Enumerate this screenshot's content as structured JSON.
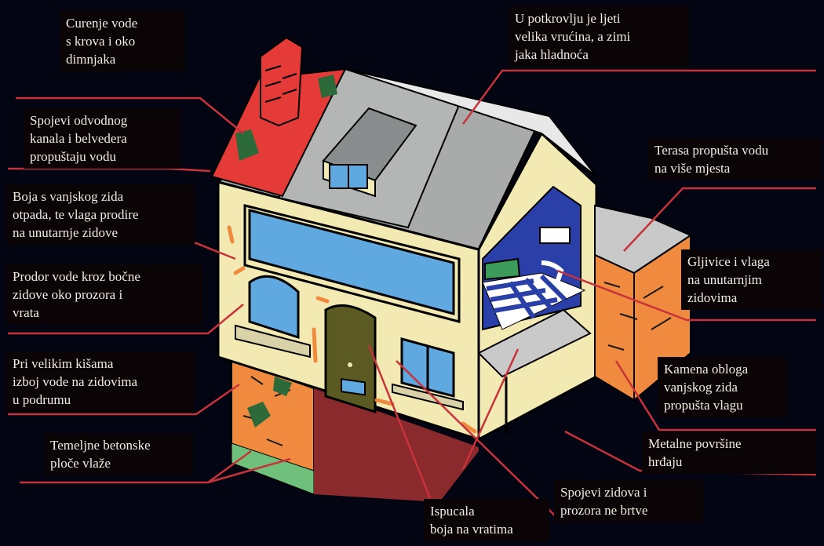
{
  "labels": {
    "chimney_leak": "Curenje vode\ns krova i oko\ndimnjaka",
    "drain_joints": "Spojevi odvodnog\nkanala i belvedera\npropuštaju vodu",
    "paint_peeling": "Boja s vanjskog zida\notpada, te vlaga prodire\nna unutarnje zidove",
    "side_walls": "Prodor vode kroz bočne\nzidove oko prozora i\nvrata",
    "basement_rain": "Pri velikim kišama\nizboj vode na zidovima\nu podrumu",
    "foundation": "Temeljne betonske\nploče vlaže",
    "door_paint": "Ispucala\nboja na vratima",
    "window_joints": "Spojevi zidova i\nprozora ne brtve",
    "metal_rust": "Metalne površine\nhrđaju",
    "stone_cladding": "Kamena obloga\nvanjskog zida\npropušta vlagu",
    "mold": "Gljivice i vlaga\nna unutarnjim\nzidovima",
    "terrace": "Terasa propušta vodu\nna više mjesta",
    "attic": "U potkrovlju je ljeti\nvelika vrućina, a zimi\njaka hladnoća"
  },
  "colors": {
    "background": "#030512",
    "label_bg": "#0b0406",
    "leader": "#c8323a",
    "wall": "#f3e9b3",
    "roof": "#a9abab",
    "red_roof": "#e43a38",
    "brick": "#ef8a3e",
    "window": "#5fa8e0",
    "door": "#5a5a22",
    "stain": "#2c6a3a",
    "ground_red": "#8b2a2c",
    "ground_green": "#6fc07a"
  }
}
